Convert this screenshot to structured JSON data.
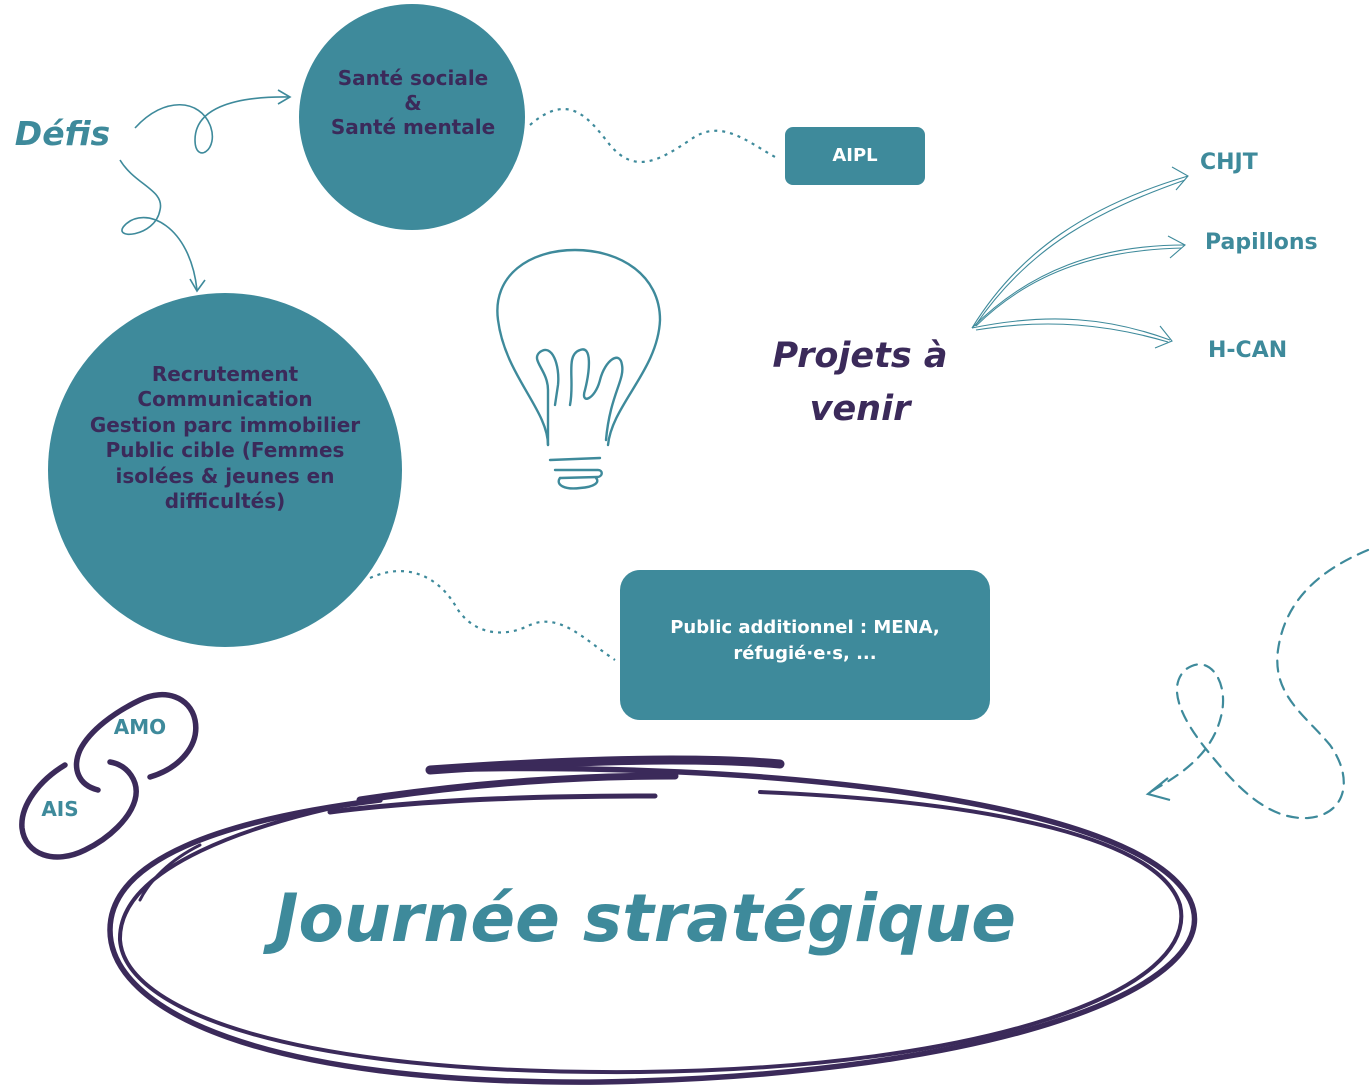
{
  "title": "Journée stratégique",
  "defis": {
    "label": "Défis",
    "circle_top": {
      "lines": [
        "Santé sociale",
        "&",
        "Santé mentale"
      ]
    },
    "circle_bottom": {
      "lines": [
        "Recrutement",
        "Communication",
        "Gestion parc immobilier",
        "Public cible (Femmes",
        "isolées & jeunes en",
        "difficultés)"
      ]
    },
    "box_aipl": "AIPL",
    "box_public": [
      "Public additionnel  : MENA,",
      "réfugié·e·s, ..."
    ]
  },
  "projets": {
    "label_lines": [
      "Projets à",
      "venir"
    ],
    "items": [
      "CHJT",
      "Papillons",
      "H-CAN"
    ]
  },
  "links": {
    "amo": "AMO",
    "ais": "AIS"
  },
  "colors": {
    "teal": "#3e8a9b",
    "purple": "#3b2a5a",
    "white": "#ffffff"
  },
  "icons": [
    "lightbulb-icon",
    "chain-link-icon",
    "dashed-loop-arrow-icon"
  ]
}
